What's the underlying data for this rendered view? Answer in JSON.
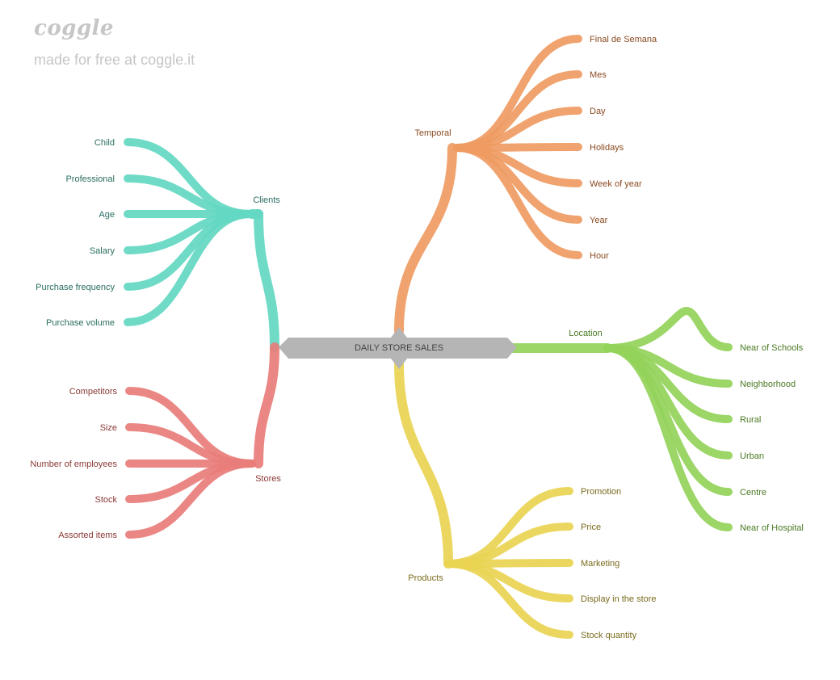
{
  "watermark": {
    "logo": "coggle",
    "tagline": "made for free at coggle.it"
  },
  "root": {
    "label": "DAILY STORE SALES"
  },
  "colors": {
    "clients": "#63d8c2",
    "clients_text": "#2a6e60",
    "stores": "#e87d79",
    "stores_text": "#8a3a37",
    "temporal": "#ef9b62",
    "temporal_text": "#8a4a20",
    "location": "#93d35a",
    "location_text": "#4b7a24",
    "products": "#e9d453",
    "products_text": "#7a6b1d",
    "root_fill": "#b5b5b5",
    "root_text": "#444444"
  },
  "branches": {
    "clients": {
      "label": "Clients",
      "children": [
        "Child",
        "Professional",
        "Age",
        "Salary",
        "Purchase frequency",
        "Purchase volume"
      ]
    },
    "stores": {
      "label": "Stores",
      "children": [
        "Competitors",
        "Size",
        "Number of employees",
        "Stock",
        "Assorted items"
      ]
    },
    "temporal": {
      "label": "Temporal",
      "children": [
        "Final de Semana",
        "Mes",
        "Day",
        "Holidays",
        "Week of year",
        "Year",
        "Hour"
      ]
    },
    "location": {
      "label": "Location",
      "children": [
        "Near of Schools",
        "Neighborhood",
        "Rural",
        "Urban",
        "Centre",
        "Near of Hospital"
      ]
    },
    "products": {
      "label": "Products",
      "children": [
        "Promotion",
        "Price",
        "Marketing",
        "Display in the store",
        "Stock quantity"
      ]
    }
  }
}
